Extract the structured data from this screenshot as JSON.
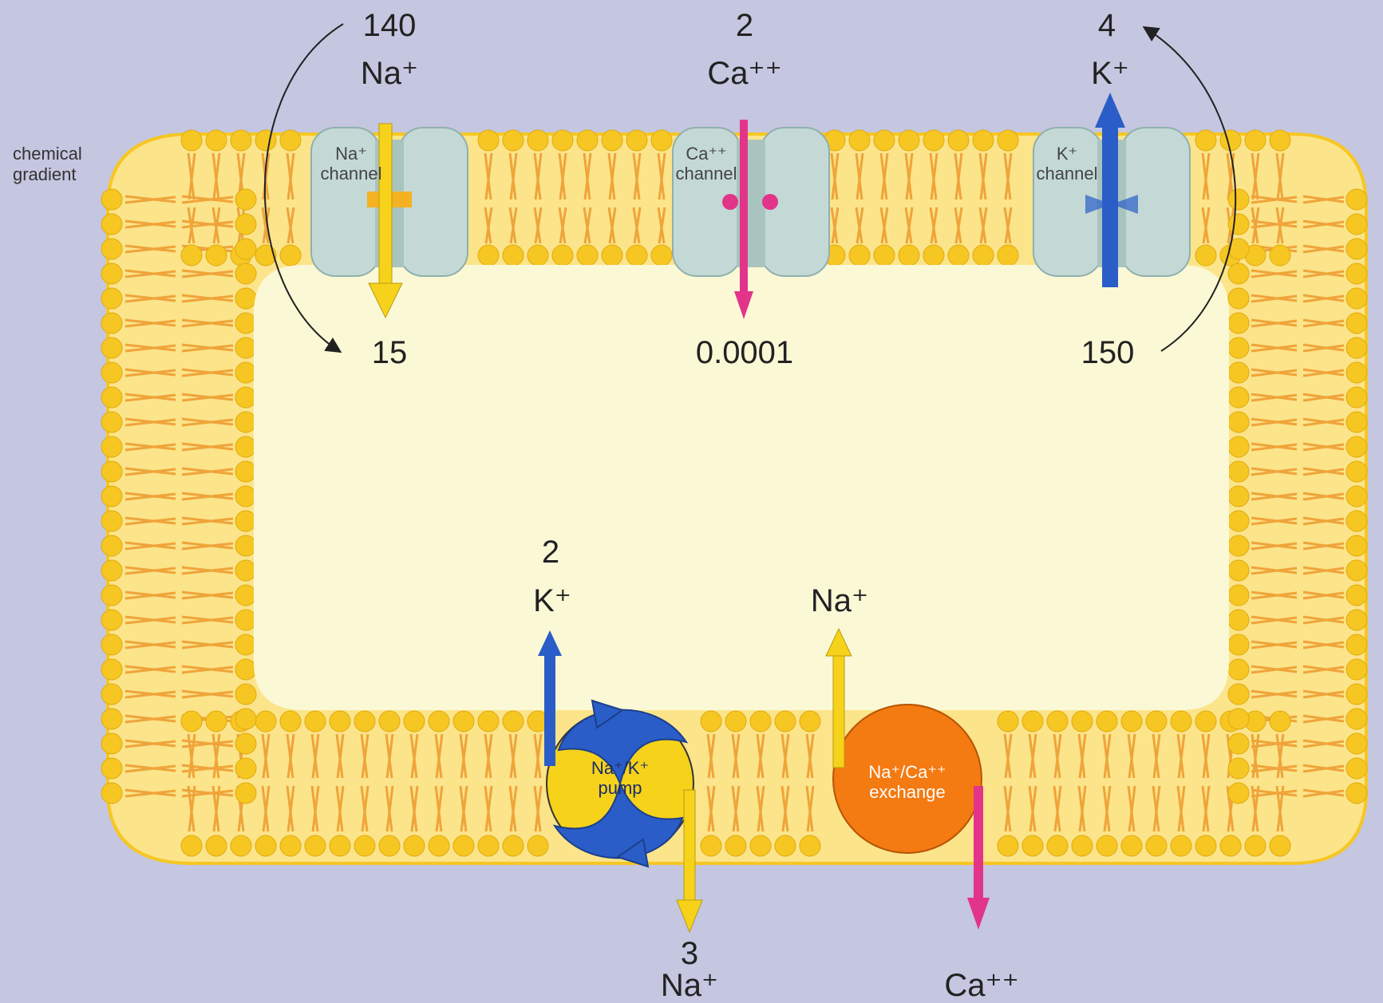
{
  "side_label": {
    "line1": "chemical",
    "line2": "gradient"
  },
  "channels": [
    {
      "id": "na",
      "outside": "140",
      "ion": "Na⁺",
      "inside": "15",
      "label_line1": "Na⁺",
      "label_line2": "channel",
      "color": "#f6d21a"
    },
    {
      "id": "ca",
      "outside": "2",
      "ion": "Ca⁺⁺",
      "inside": "0.0001",
      "label_line1": "Ca⁺⁺",
      "label_line2": "channel",
      "color": "#e2358a"
    },
    {
      "id": "k",
      "outside": "4",
      "ion": "K⁺",
      "inside": "150",
      "label_line1": "K⁺",
      "label_line2": "channel",
      "color": "#2a5dc7"
    }
  ],
  "pump": {
    "label_line1": "Na⁺/K⁺",
    "label_line2": "pump",
    "k_count": "2",
    "k_ion": "K⁺",
    "na_count": "3",
    "na_ion": "Na⁺"
  },
  "exchanger": {
    "label_line1": "Na⁺/Ca⁺⁺",
    "label_line2": "exchange",
    "na_ion": "Na⁺",
    "ca_ion": "Ca⁺⁺"
  },
  "colors": {
    "background": "#c5c6e0",
    "membrane_head": "#f6c722",
    "cytoplasm": "#fbf8d6",
    "tail": "#efa43a",
    "channel_protein": "#c4d9d6",
    "exchanger": "#f47a12"
  }
}
